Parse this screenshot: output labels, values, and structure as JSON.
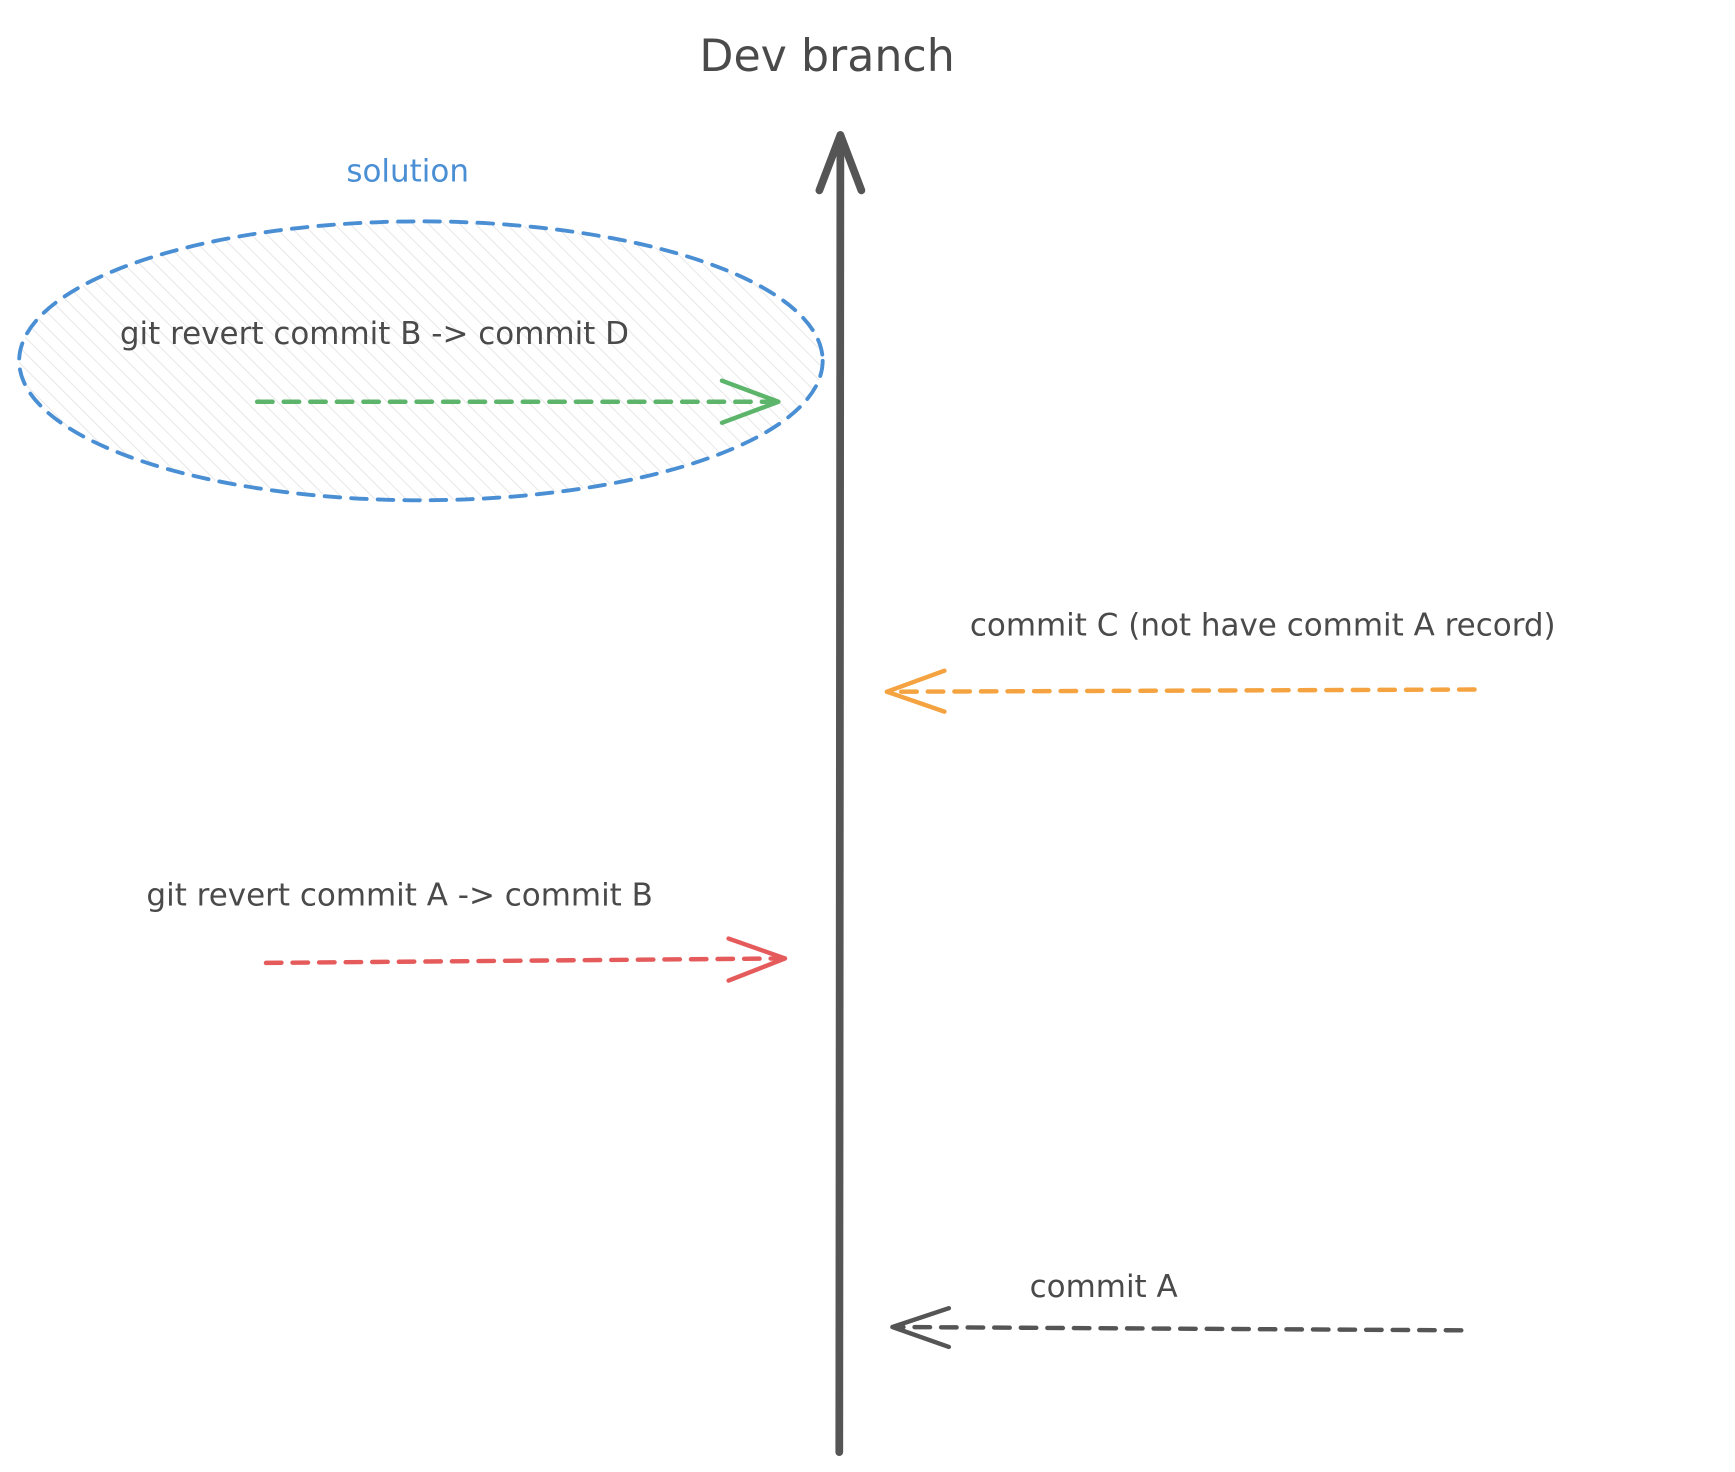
{
  "title": "Dev branch",
  "solution_label": "solution",
  "labels": {
    "revert_b": "git revert commit B -> commit D",
    "commit_c": "commit C (not have commit A record)",
    "revert_a": "git revert commit A -> commit B",
    "commit_a": "commit A"
  },
  "colors": {
    "branch": "#555555",
    "solution": "#4a8fd4",
    "revert_b_arrow": "#5cb56a",
    "commit_c_arrow": "#f4a340",
    "revert_a_arrow": "#e55a5a",
    "commit_a_arrow": "#555555"
  }
}
